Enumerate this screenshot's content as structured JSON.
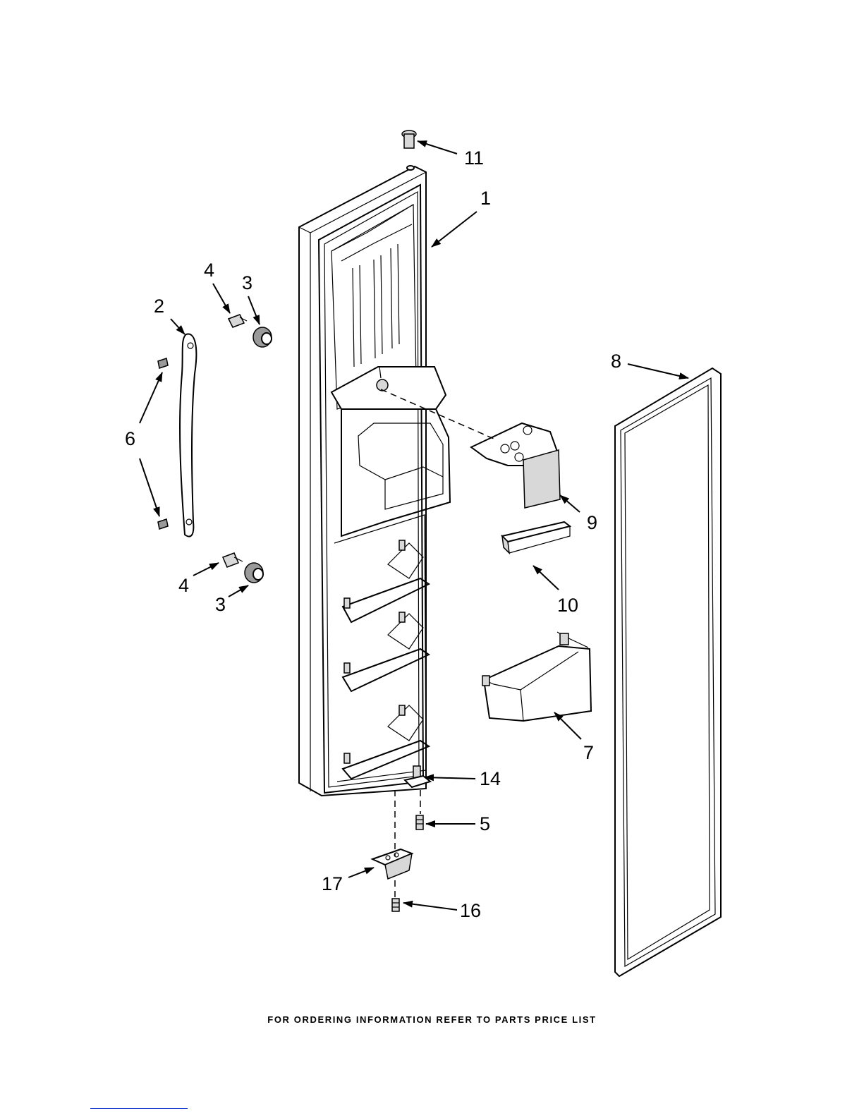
{
  "footer_text": "FOR ORDERING INFORMATION REFER TO PARTS PRICE LIST",
  "callouts": {
    "c1": "1",
    "c2": "2",
    "c3a": "3",
    "c3b": "3",
    "c4a": "4",
    "c4b": "4",
    "c5": "5",
    "c6": "6",
    "c7": "7",
    "c8": "8",
    "c9": "9",
    "c10": "10",
    "c11": "11",
    "c14": "14",
    "c16": "16",
    "c17": "17"
  }
}
